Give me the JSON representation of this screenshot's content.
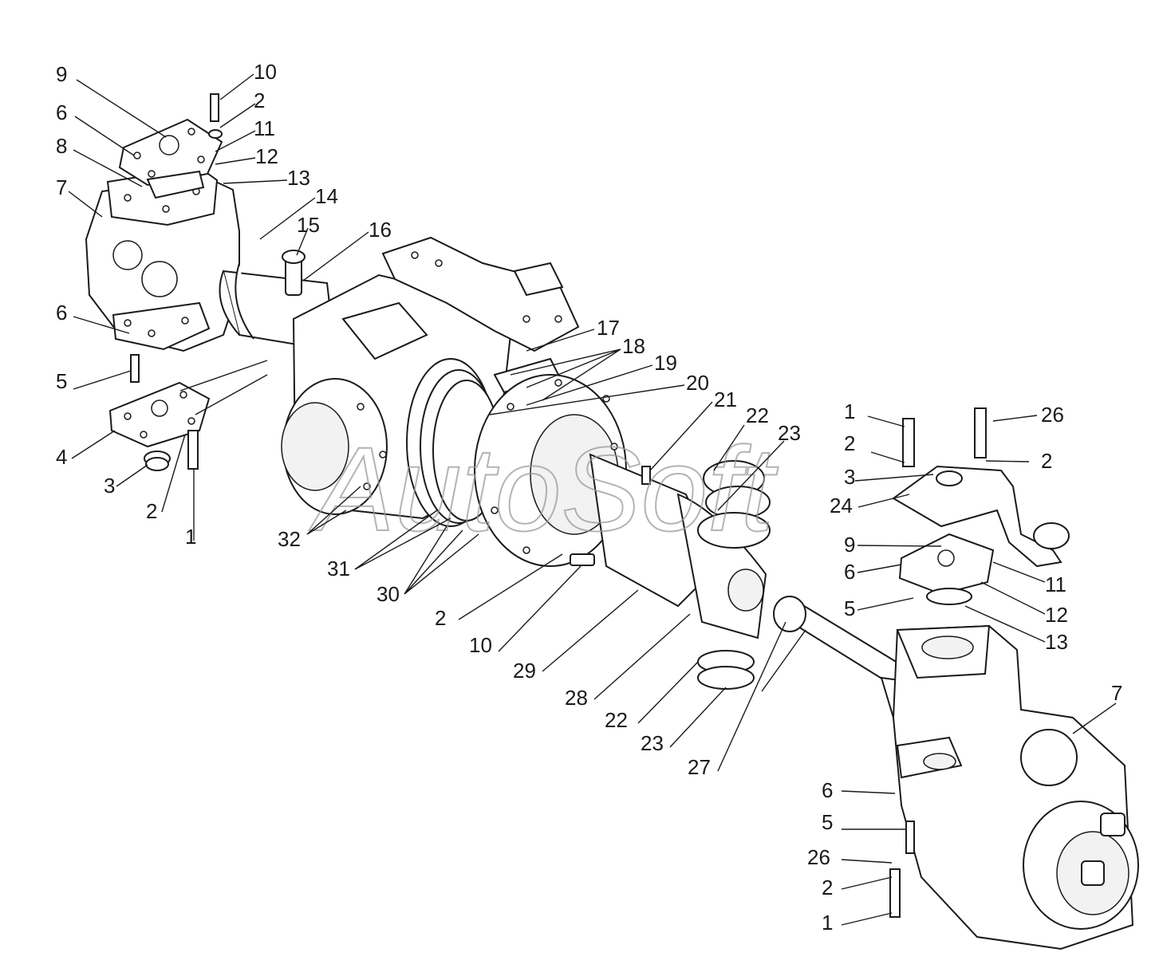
{
  "watermark": "AutoSoft",
  "callouts": [
    {
      "id": "c-9-top",
      "text": "9"
    },
    {
      "id": "c-10-top",
      "text": "10"
    },
    {
      "id": "c-2-top",
      "text": "2"
    },
    {
      "id": "c-6-top",
      "text": "6"
    },
    {
      "id": "c-11-top",
      "text": "11"
    },
    {
      "id": "c-8",
      "text": "8"
    },
    {
      "id": "c-12-top",
      "text": "12"
    },
    {
      "id": "c-13-top",
      "text": "13"
    },
    {
      "id": "c-7-left",
      "text": "7"
    },
    {
      "id": "c-14",
      "text": "14"
    },
    {
      "id": "c-15",
      "text": "15"
    },
    {
      "id": "c-16",
      "text": "16"
    },
    {
      "id": "c-6-left",
      "text": "6"
    },
    {
      "id": "c-17",
      "text": "17"
    },
    {
      "id": "c-18",
      "text": "18"
    },
    {
      "id": "c-19",
      "text": "19"
    },
    {
      "id": "c-20",
      "text": "20"
    },
    {
      "id": "c-5-left",
      "text": "5"
    },
    {
      "id": "c-21",
      "text": "21"
    },
    {
      "id": "c-22-top",
      "text": "22"
    },
    {
      "id": "c-1-right",
      "text": "1"
    },
    {
      "id": "c-26-right",
      "text": "26"
    },
    {
      "id": "c-23-top",
      "text": "23"
    },
    {
      "id": "c-2-right-a",
      "text": "2"
    },
    {
      "id": "c-2-right-b",
      "text": "2"
    },
    {
      "id": "c-3-right",
      "text": "3"
    },
    {
      "id": "c-4",
      "text": "4"
    },
    {
      "id": "c-24",
      "text": "24"
    },
    {
      "id": "c-3-left",
      "text": "3"
    },
    {
      "id": "c-2-left",
      "text": "2"
    },
    {
      "id": "c-1-left",
      "text": "1"
    },
    {
      "id": "c-32",
      "text": "32"
    },
    {
      "id": "c-9-right",
      "text": "9"
    },
    {
      "id": "c-31",
      "text": "31"
    },
    {
      "id": "c-6-right",
      "text": "6"
    },
    {
      "id": "c-11-right",
      "text": "11"
    },
    {
      "id": "c-30",
      "text": "30"
    },
    {
      "id": "c-5-right",
      "text": "5"
    },
    {
      "id": "c-12-right",
      "text": "12"
    },
    {
      "id": "c-2-mid",
      "text": "2"
    },
    {
      "id": "c-13-right",
      "text": "13"
    },
    {
      "id": "c-10-mid",
      "text": "10"
    },
    {
      "id": "c-29",
      "text": "29"
    },
    {
      "id": "c-28",
      "text": "28"
    },
    {
      "id": "c-7-right",
      "text": "7"
    },
    {
      "id": "c-22-bottom",
      "text": "22"
    },
    {
      "id": "c-23-bottom",
      "text": "23"
    },
    {
      "id": "c-27",
      "text": "27"
    },
    {
      "id": "c-6-bottom",
      "text": "6"
    },
    {
      "id": "c-5-bottom",
      "text": "5"
    },
    {
      "id": "c-26-bottom",
      "text": "26"
    },
    {
      "id": "c-2-bottom",
      "text": "2"
    },
    {
      "id": "c-1-bottom",
      "text": "1"
    }
  ]
}
